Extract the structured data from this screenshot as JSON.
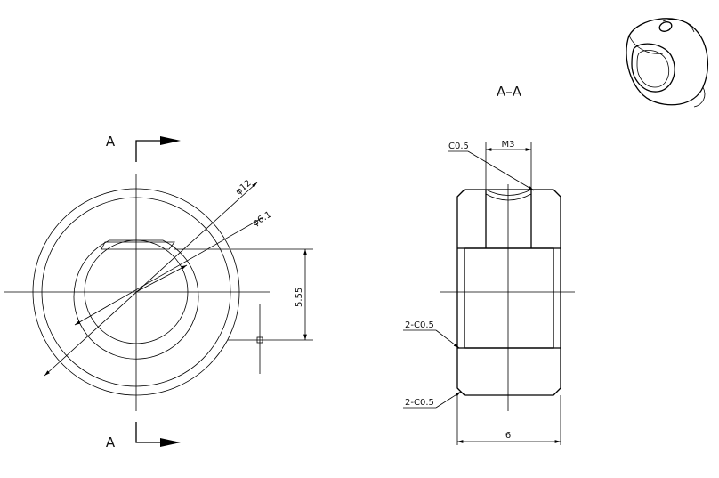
{
  "section_marks": {
    "top": "A",
    "bottom": "A"
  },
  "section_title": "A–A",
  "front_view": {
    "dims": {
      "outer_diameter": "φ12",
      "inner_diameter": "φ6.1",
      "flat_height": "5.55"
    }
  },
  "section_view": {
    "dims": {
      "top_chamfer": "C0.5",
      "thread": "M3",
      "chamfer_upper": "2-C0.5",
      "chamfer_lower": "2-C0.5",
      "width": "6"
    }
  },
  "iso_view": {
    "icon": "shaft-collar-isometric-icon"
  }
}
